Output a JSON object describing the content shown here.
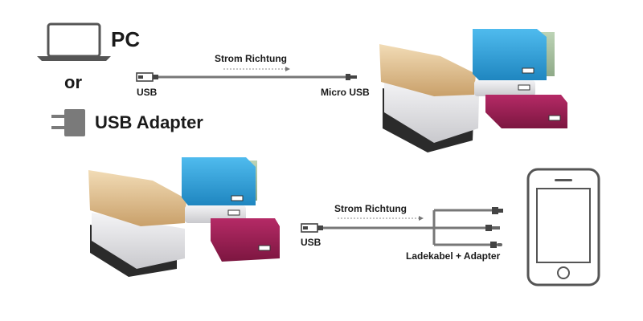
{
  "sources": {
    "pc_label": "PC",
    "or_label": "or",
    "adapter_label": "USB Adapter"
  },
  "top_cable": {
    "direction_label": "Strom Richtung",
    "usb_label": "USB",
    "micro_usb_label": "Micro USB"
  },
  "bottom_cable": {
    "direction_label": "Strom Richtung",
    "usb_label": "USB",
    "cable_label": "Ladekabel + Adapter"
  },
  "powerbank_colors": {
    "gold": "#e6c89a",
    "silver": "#e3e3e6",
    "blue": "#3aa8dd",
    "green": "#a9c3a2",
    "magenta": "#9e1f55",
    "black": "#2b2b2b"
  }
}
